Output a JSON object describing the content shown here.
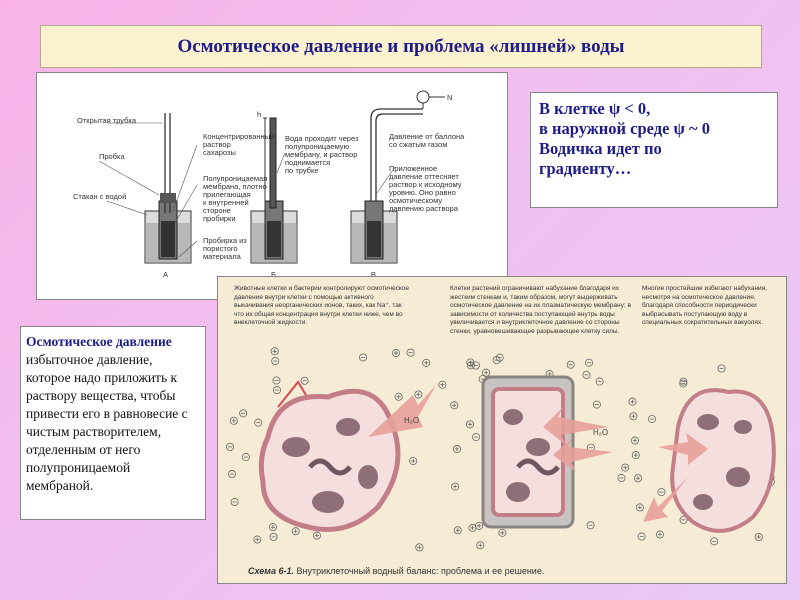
{
  "slide": {
    "title": "Осмотическое давление и проблема «лишней» воды"
  },
  "diagram": {
    "labels": {
      "open_tube": "Открытая трубка",
      "stopper": "Пробка",
      "beaker": "Стакан с водой",
      "conc_line1": "Концентрированный",
      "conc_line2": "раствор",
      "conc_line3": "сахарозы",
      "membrane_line1": "Полупроницаемая",
      "membrane_line2": "мембрана, плотно",
      "membrane_line3": "прилегающая",
      "membrane_line4": "к внутренней",
      "membrane_line5": "стороне",
      "membrane_line6": "пробирки",
      "tube_line1": "Пробирка из",
      "tube_line2": "пористого",
      "tube_line3": "материала",
      "h_mark": "h",
      "water_line1": "Вода проходит через",
      "water_line2": "полупроницаемую",
      "water_line3": "мембрану, и раствор",
      "water_line4": "поднимается",
      "water_line5": "по трубке",
      "gas_symbol": "N",
      "pressure_line1": "Давление от баллона",
      "pressure_line2": "со сжатым газом",
      "applied_line1": "Приложенное",
      "applied_line2": "давление оттесняет",
      "applied_line3": "раствор к исходному",
      "applied_line4": "уровню. Оно равно",
      "applied_line5": "осмотическому",
      "applied_line6": "давлению раствора",
      "fig_a": "А",
      "fig_b": "Б",
      "fig_c": "В"
    }
  },
  "note": {
    "line1": "В клетке ψ < 0,",
    "line2": "в наружной среде ψ ~ 0",
    "line3": "Водичка идет по",
    "line4": "градиенту…"
  },
  "definition": {
    "term": "Осмотическое давление",
    "body": "избыточное давление, которое надо приложить к раствору вещества, чтобы привести его в равновесие с чистым растворителем, отделенным от него полупроницаемой мембраной."
  },
  "scan": {
    "col1": "Животные клетки и бактерии контролируют осмотическое давление внутри клетки с помощью активного выкачивания неорганических ионов, таких, как Na⁺, так что их общая концентрация внутри клетки ниже, чем во внеклеточной жидкости.",
    "col2": "Клетки растений ограничивают набухание благодаря их жестким стенкам и, таким образом, могут выдерживать осмотическое давление на их плазматическую мембрану; в зависимости от количества поступающей внутрь воды увеличивается и внутриклеточное давление со стороны стенки, уравновешивающее разрывающее клетку силы.",
    "col3": "Многие простейшие избегают набухания, несмотря на осмотическое давление, благодаря способности периодически выбрасывать поступающую воду в специальных сократительных вакуолях.",
    "h2o_1": "H₂O",
    "h2o_2": "H₂O",
    "caption_bold": "Схема 6-1.",
    "caption_text": "Внутриклеточный водный баланс: проблема и ее решение."
  },
  "colors": {
    "title_text": "#1c1c8a",
    "title_bg": "#fcf2cf",
    "background": "#f7b3e8",
    "cell_fill": "#e7b3bc",
    "arrow_fill": "#e8a09a"
  }
}
